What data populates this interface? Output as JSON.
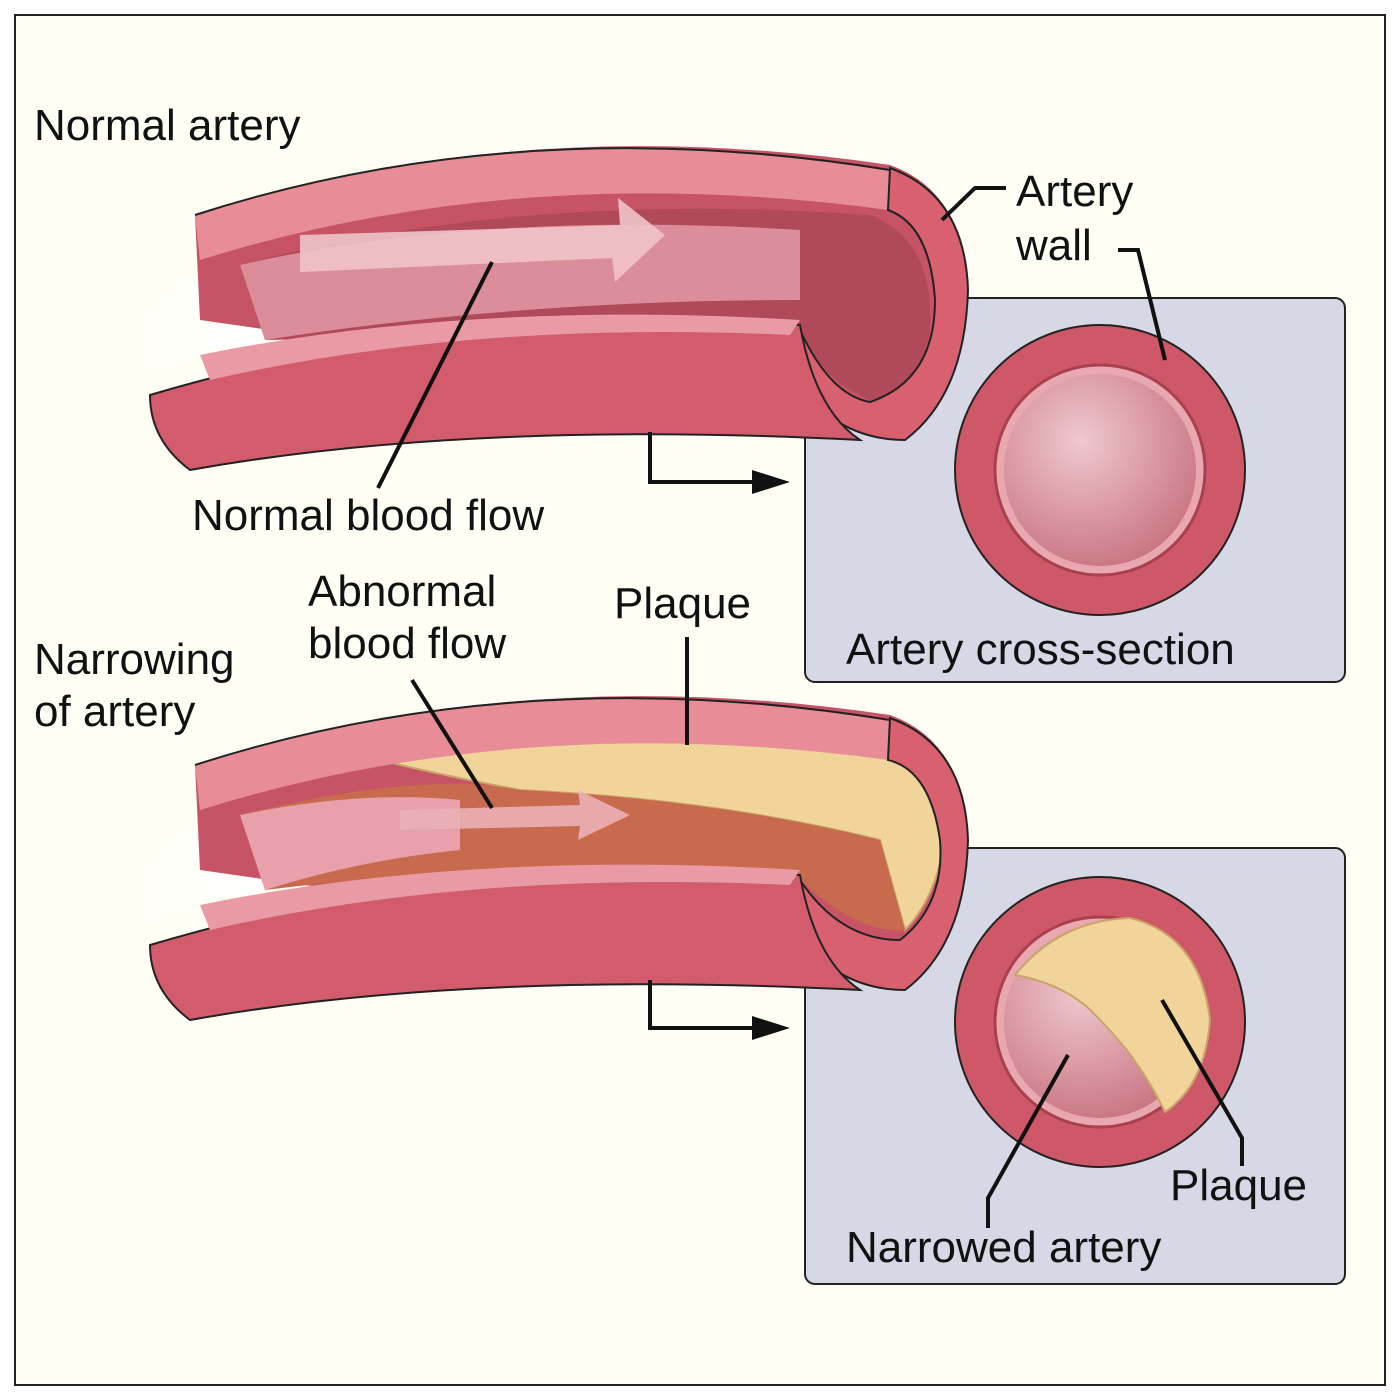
{
  "labels": {
    "normal_artery": "Normal artery",
    "artery_wall_line1": "Artery",
    "artery_wall_line2": "wall",
    "normal_blood_flow": "Normal blood flow",
    "abnormal_line1": "Abnormal",
    "abnormal_line2": "blood flow",
    "plaque_top": "Plaque",
    "narrowing_line1": "Narrowing",
    "narrowing_line2": "of artery",
    "cross_section": "Artery cross-section",
    "plaque_bottom": "Plaque",
    "narrowed_artery": "Narrowed artery"
  },
  "colors": {
    "artery_wall": "#cc5a6a",
    "artery_dark": "#a8404f",
    "lumen": "#e8a0aa",
    "plaque": "#f0d49a",
    "abnormal_flow": "#c86a4e",
    "panel": "#d6d8e6",
    "background": "#fffff6"
  }
}
